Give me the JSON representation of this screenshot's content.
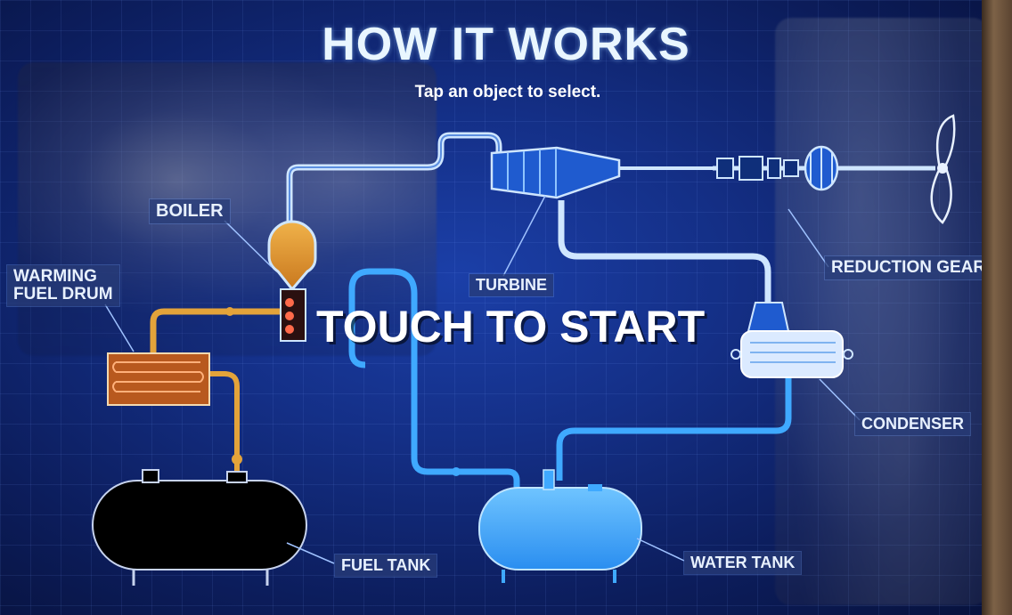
{
  "header": {
    "title": "HOW IT WORKS",
    "subtitle": "Tap an object to select."
  },
  "start": {
    "label": "TOUCH TO START"
  },
  "labels": {
    "boiler": "BOILER",
    "warming_fuel_drum": "WARMING\nFUEL DRUM",
    "turbine": "TURBINE",
    "reduction_gear": "REDUCTION GEAR",
    "condenser": "CONDENSER",
    "fuel_tank": "FUEL TANK",
    "water_tank": "WATER TANK"
  },
  "colors": {
    "background": "#142f86",
    "pipe_steam": "#cfe6ff",
    "pipe_water": "#3fa9ff",
    "pipe_fuel": "#e3a33a",
    "text": "#e8f1ff"
  }
}
